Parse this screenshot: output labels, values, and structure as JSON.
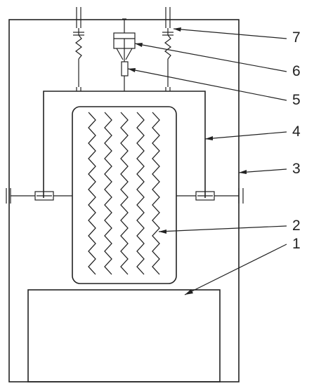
{
  "diagram": {
    "labels": [
      {
        "id": "1",
        "text": "1"
      },
      {
        "id": "2",
        "text": "2"
      },
      {
        "id": "3",
        "text": "3"
      },
      {
        "id": "4",
        "text": "4"
      },
      {
        "id": "5",
        "text": "5"
      },
      {
        "id": "6",
        "text": "6"
      },
      {
        "id": "7",
        "text": "7"
      }
    ],
    "colors": {
      "line": "#222222",
      "background": "#ffffff"
    }
  }
}
